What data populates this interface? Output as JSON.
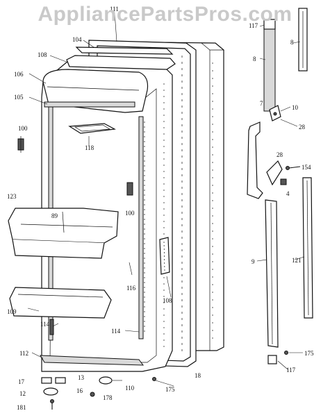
{
  "watermark": "AppliancePartsPros.com",
  "callouts": [
    "111",
    "104",
    "108",
    "106",
    "105",
    "100",
    "118",
    "123",
    "89",
    "100",
    "116",
    "108",
    "109",
    "114",
    "114",
    "112",
    "13",
    "17",
    "16",
    "12",
    "181",
    "110",
    "178",
    "175",
    "18",
    "117",
    "8",
    "8",
    "7",
    "10",
    "28",
    "28",
    "154",
    "4",
    "9",
    "121",
    "175",
    "117"
  ]
}
